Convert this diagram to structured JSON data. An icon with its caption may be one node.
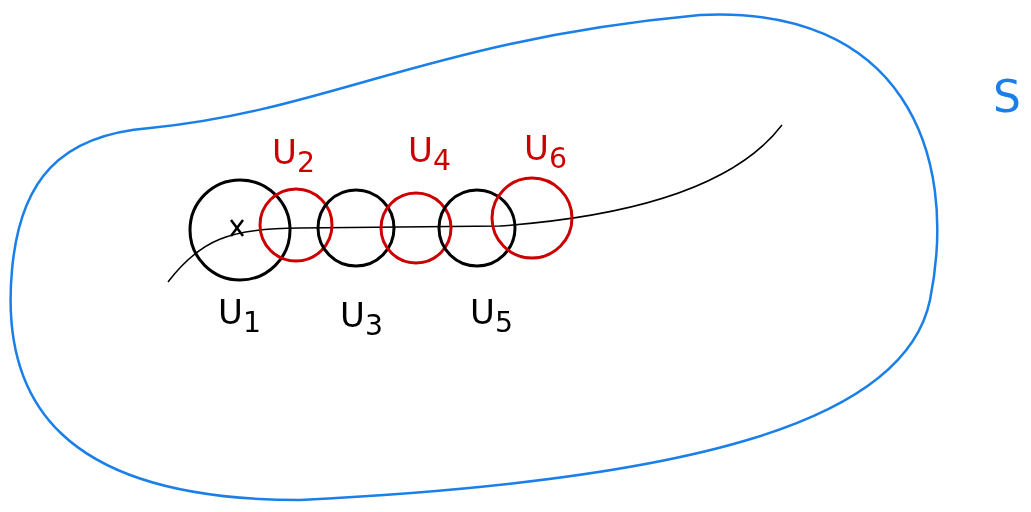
{
  "diagram": {
    "nodes": [
      {
        "text": [
          "S"
        ]
      },
      {
        "text": [
          "U$_{1}$"
        ],
        "in": 0
      },
      {
        "text": [
          "U$_{2}$"
        ],
        "in": 0
      },
      {
        "text": [
          "U$_{3}$"
        ],
        "in": 0
      },
      {
        "text": [
          "U$_{4}$"
        ],
        "in": 0
      },
      {
        "text": [
          "U$_{5}$"
        ],
        "in": 0
      },
      {
        "text": [
          "U$_{6}$"
        ],
        "in": 0
      }
    ]
  }
}
